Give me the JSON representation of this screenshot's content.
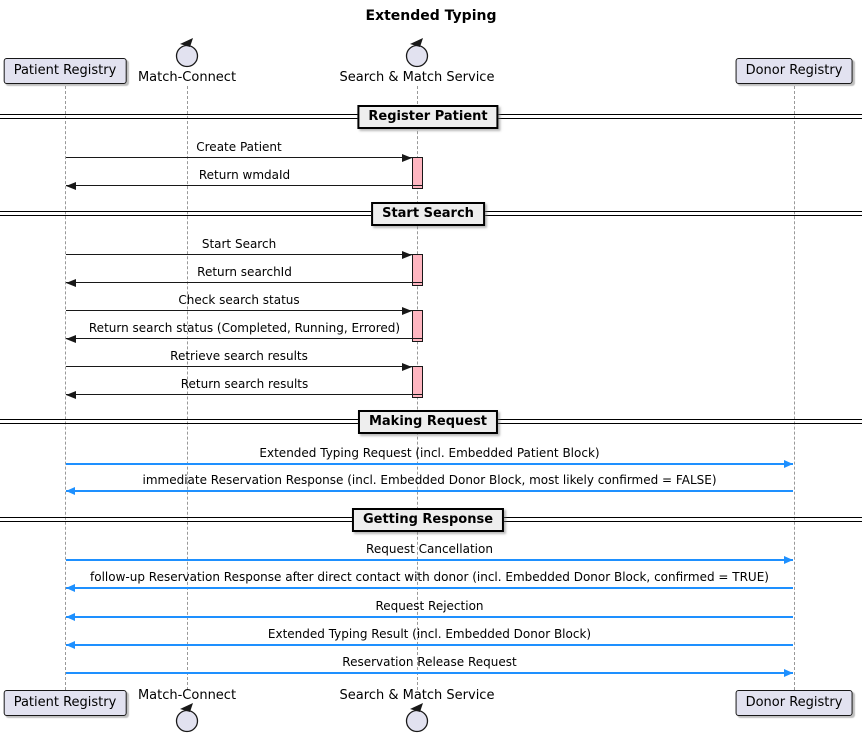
{
  "title": "Extended Typing",
  "participants": [
    {
      "id": "patient-registry",
      "name": "Patient Registry",
      "kind": "box"
    },
    {
      "id": "match-connect",
      "name": "Match-Connect",
      "kind": "control"
    },
    {
      "id": "search-match-service",
      "name": "Search & Match Service",
      "kind": "control"
    },
    {
      "id": "donor-registry",
      "name": "Donor Registry",
      "kind": "box"
    }
  ],
  "sections": [
    {
      "label": "Register Patient"
    },
    {
      "label": "Start Search"
    },
    {
      "label": "Making Request"
    },
    {
      "label": "Getting Response"
    }
  ],
  "messages": [
    {
      "label": "Create Patient",
      "from": "patient-registry",
      "to": "search-match-service",
      "style": "black"
    },
    {
      "label": "Return wmdaId",
      "from": "search-match-service",
      "to": "patient-registry",
      "style": "black"
    },
    {
      "label": "Start Search",
      "from": "patient-registry",
      "to": "search-match-service",
      "style": "black"
    },
    {
      "label": "Return searchId",
      "from": "search-match-service",
      "to": "patient-registry",
      "style": "black"
    },
    {
      "label": "Check search status",
      "from": "patient-registry",
      "to": "search-match-service",
      "style": "black"
    },
    {
      "label": "Return search status (Completed, Running, Errored)",
      "from": "search-match-service",
      "to": "patient-registry",
      "style": "black"
    },
    {
      "label": "Retrieve search results",
      "from": "patient-registry",
      "to": "search-match-service",
      "style": "black"
    },
    {
      "label": "Return search results",
      "from": "search-match-service",
      "to": "patient-registry",
      "style": "black"
    },
    {
      "label": "Extended Typing Request (incl. Embedded Patient Block)",
      "from": "patient-registry",
      "to": "donor-registry",
      "style": "blue"
    },
    {
      "label": "immediate Reservation Response (incl. Embedded Donor Block, most likely confirmed = FALSE)",
      "from": "donor-registry",
      "to": "patient-registry",
      "style": "blue"
    },
    {
      "label": "Request Cancellation",
      "from": "patient-registry",
      "to": "donor-registry",
      "style": "blue"
    },
    {
      "label": "follow-up Reservation Response after direct contact with donor (incl. Embedded Donor Block, confirmed = TRUE)",
      "from": "donor-registry",
      "to": "patient-registry",
      "style": "blue"
    },
    {
      "label": "Request Rejection",
      "from": "donor-registry",
      "to": "patient-registry",
      "style": "blue"
    },
    {
      "label": "Extended Typing Result (incl. Embedded Donor Block)",
      "from": "donor-registry",
      "to": "patient-registry",
      "style": "blue"
    },
    {
      "label": "Reservation Release Request",
      "from": "patient-registry",
      "to": "donor-registry",
      "style": "blue"
    }
  ],
  "colors": {
    "participant_fill": "#E2E2F0",
    "participant_border": "#181818",
    "activation_fill": "#FFB6C1",
    "blue_arrow": "#1E90FF",
    "divider_fill": "#EEEEEE",
    "lifeline": "#999999"
  }
}
